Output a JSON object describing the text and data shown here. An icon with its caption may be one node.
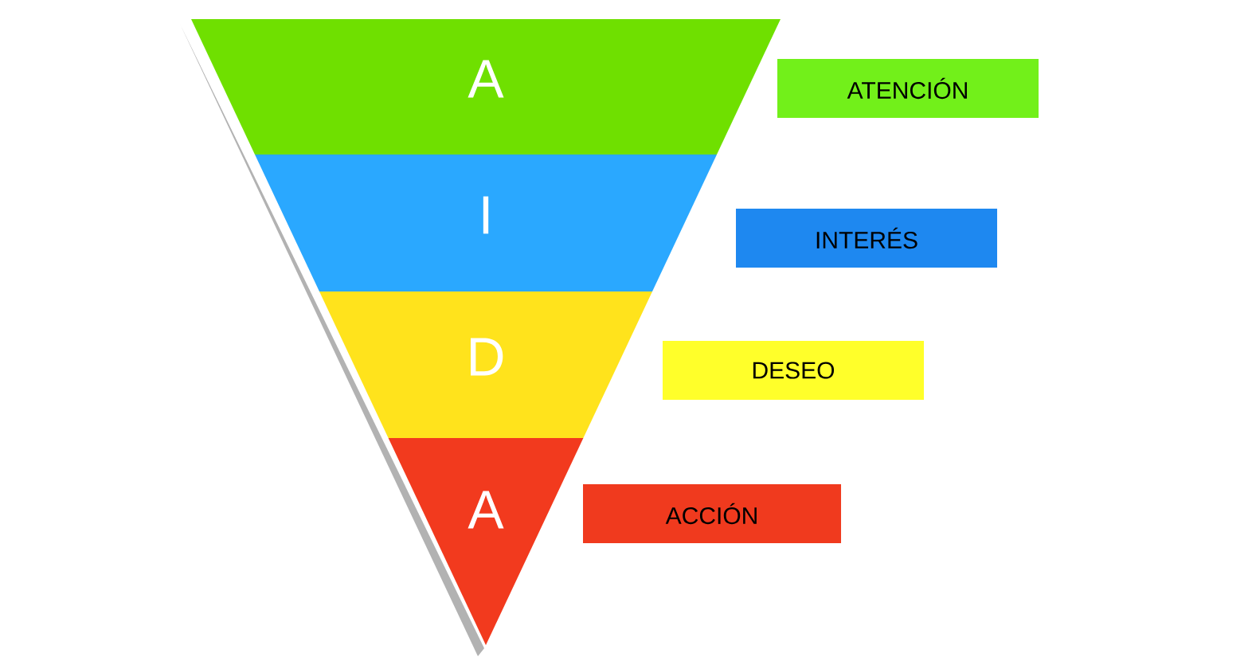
{
  "diagram": {
    "nodes": [
      {
        "text": [
          "A"
        ]
      },
      {
        "text": [
          "I"
        ]
      },
      {
        "text": [
          "D"
        ]
      },
      {
        "text": [
          "A"
        ]
      },
      {
        "text": [
          "ATENCIÓN"
        ]
      },
      {
        "text": [
          "INTERÉS"
        ]
      },
      {
        "text": [
          "DESEO"
        ]
      },
      {
        "text": [
          "ACCIÓN"
        ]
      }
    ]
  }
}
